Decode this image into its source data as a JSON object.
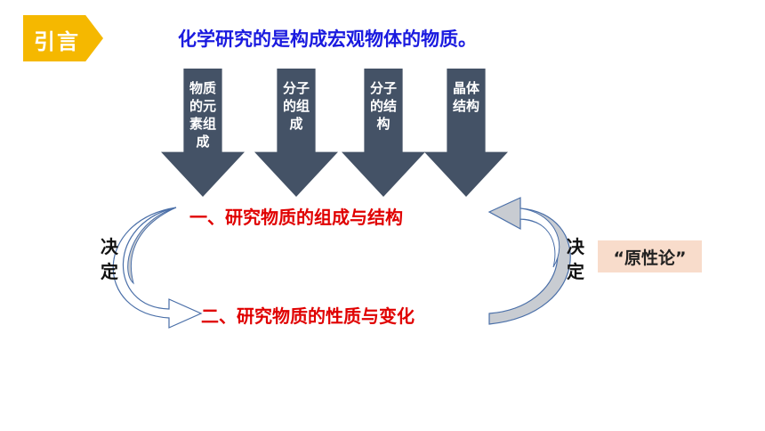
{
  "tag": {
    "label": "引言"
  },
  "headline": "化学研究的是构成宏观物体的物质。",
  "arrows": [
    {
      "label": "物质的元素组成"
    },
    {
      "label": "分子的组成"
    },
    {
      "label": "分子的结构"
    },
    {
      "label": "晶体结构"
    }
  ],
  "items": {
    "first": "一、研究物质的组成与结构",
    "second": "二、研究物质的性质与变化"
  },
  "decide": {
    "left": "决定",
    "right": "决定"
  },
  "theory_box": "“原性论”",
  "colors": {
    "tag": "#f5b800",
    "headline": "#1a1adf",
    "arrow": "#445266",
    "item": "#e00000",
    "box": "#f8dccb"
  }
}
